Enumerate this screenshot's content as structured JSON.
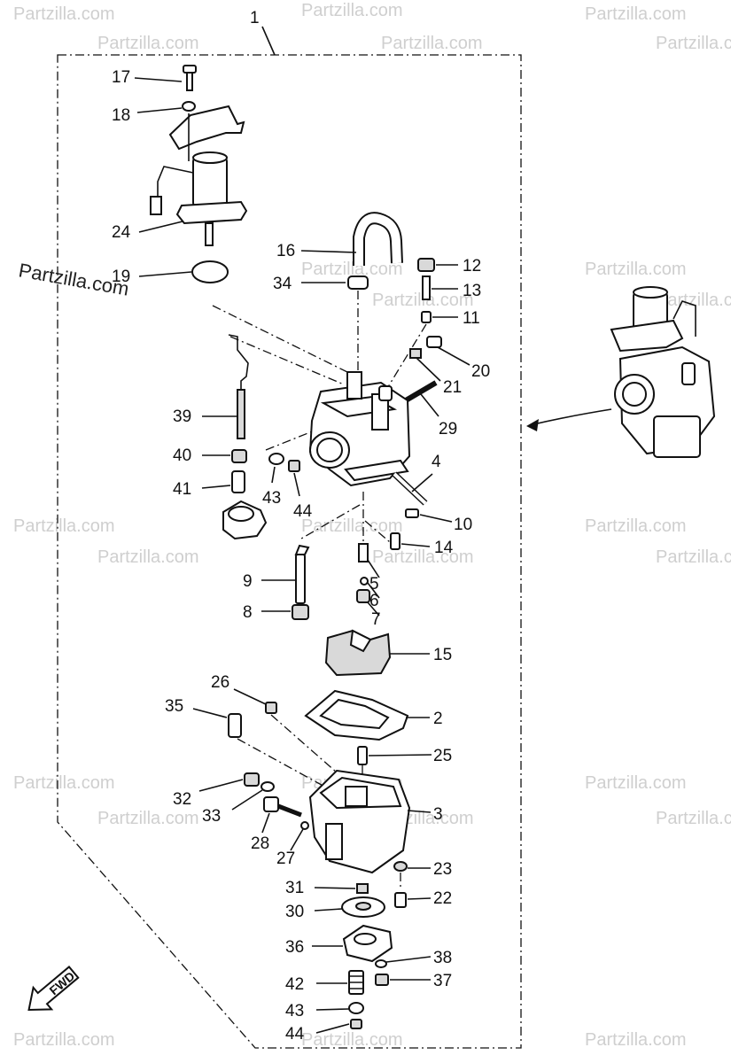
{
  "diagram": {
    "watermark": "Partzilla.com",
    "watermark_large": "Partzilla.com",
    "assembly_label": "1",
    "fwd_label": "FWD",
    "callouts": {
      "c1": "1",
      "c2": "2",
      "c3": "3",
      "c4": "4",
      "c5": "5",
      "c6": "6",
      "c7": "7",
      "c8": "8",
      "c9": "9",
      "c10": "10",
      "c11": "11",
      "c12": "12",
      "c13": "13",
      "c14": "14",
      "c15": "15",
      "c16": "16",
      "c17": "17",
      "c18": "18",
      "c19": "19",
      "c20": "20",
      "c21": "21",
      "c22": "22",
      "c23": "23",
      "c24": "24",
      "c25": "25",
      "c26": "26",
      "c27": "27",
      "c28": "28",
      "c29": "29",
      "c30": "30",
      "c31": "31",
      "c32": "32",
      "c33": "33",
      "c34": "34",
      "c35": "35",
      "c36": "36",
      "c37": "37",
      "c38": "38",
      "c39": "39",
      "c40": "40",
      "c41": "41",
      "c42": "42",
      "c43a": "43",
      "c43b": "43",
      "c44a": "44",
      "c44b": "44"
    }
  }
}
